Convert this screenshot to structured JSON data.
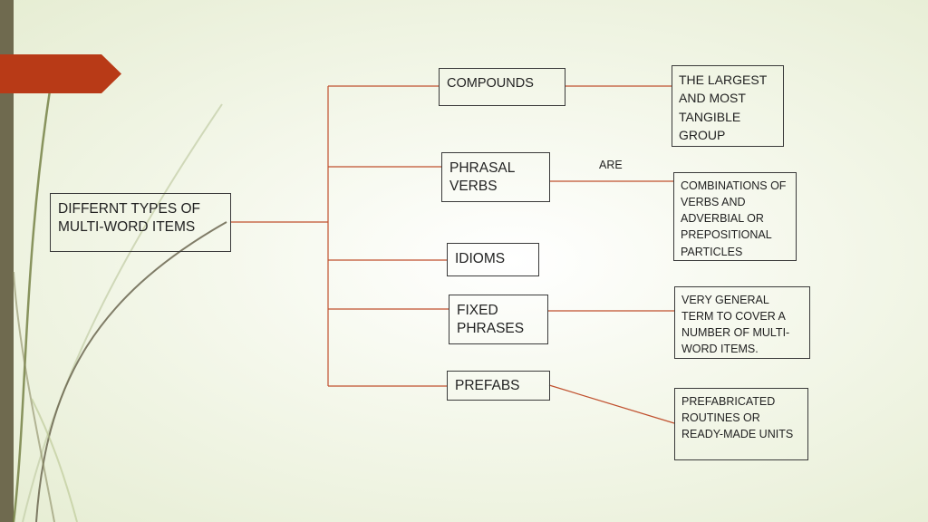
{
  "diagram": {
    "root": "DIFFERNT TYPES OF MULTI-WORD ITEMS",
    "branches": [
      {
        "label": "COMPOUNDS",
        "note": "THE LARGEST AND MOST TANGIBLE GROUP"
      },
      {
        "label": "PHRASAL VERBS",
        "note": "COMBINATIONS OF VERBS AND ADVERBIAL OR PREPOSITIONAL PARTICLES"
      },
      {
        "label": "IDIOMS",
        "note": ""
      },
      {
        "label": "FIXED PHRASES",
        "note": "VERY GENERAL TERM TO COVER A NUMBER OF MULTI-WORD ITEMS."
      },
      {
        "label": "PREFABS",
        "note": "PREFABRICATED ROUTINES OR READY-MADE UNITS"
      }
    ],
    "connector_label": "ARE"
  },
  "colors": {
    "connector": "#c0502e",
    "accent": "#b83a17",
    "sidebar": "#6f6a4f"
  }
}
